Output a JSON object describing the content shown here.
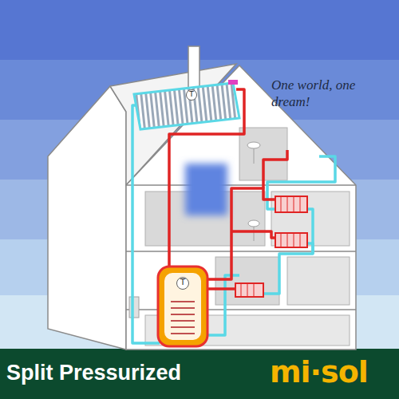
{
  "diagram": {
    "caption": "Split Pressurized",
    "labels": [
      "One world, one dream!",
      "T",
      "T",
      "mi·sol"
    ]
  }
}
